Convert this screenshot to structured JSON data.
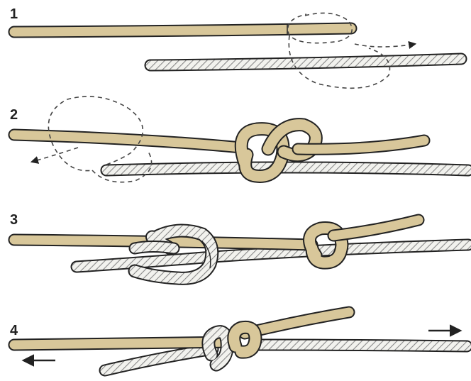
{
  "diagram": {
    "steps": [
      {
        "number": "1"
      },
      {
        "number": "2"
      },
      {
        "number": "3"
      },
      {
        "number": "4"
      }
    ]
  },
  "colors": {
    "tan_rope": "#d8c79a",
    "white_rope": "#f2f2ee",
    "outline": "#222222",
    "hatch": "#8a8a8a"
  }
}
